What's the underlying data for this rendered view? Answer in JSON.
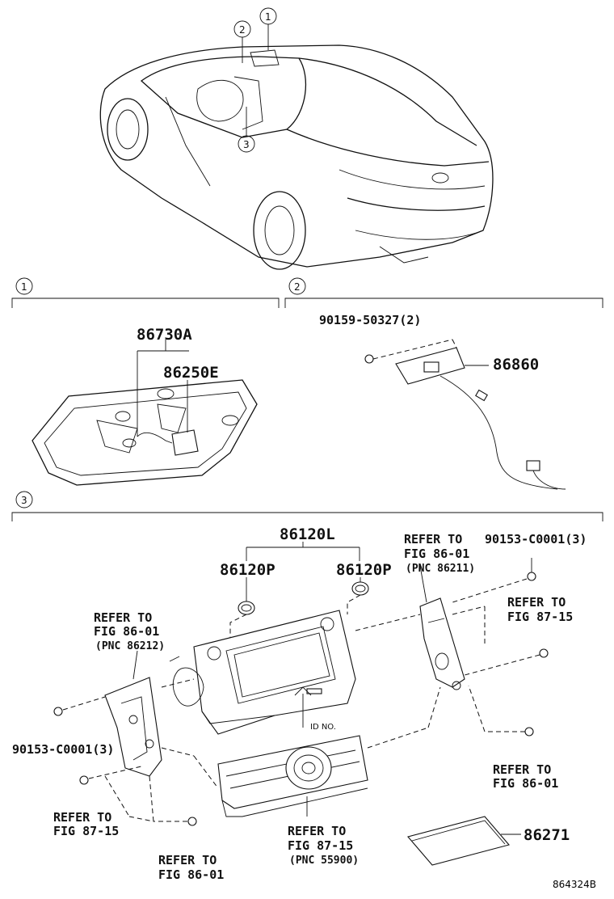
{
  "callouts": {
    "c1": "1",
    "c2": "2",
    "c3": "3"
  },
  "section1": {
    "part_a": "86730A",
    "part_b": "86250E"
  },
  "section2": {
    "bolt": "90159-50327(2)",
    "part": "86860"
  },
  "section3": {
    "main": "86120L",
    "p_left": "86120P",
    "p_right": "86120P",
    "ref_tl": [
      "REFER TO",
      "FIG 86-01",
      "(PNC 86212)"
    ],
    "ref_tc": [
      "REFER TO",
      "FIG 86-01",
      "(PNC 86211)"
    ],
    "bolt_tr": "90153-C0001(3)",
    "ref_r1": [
      "REFER TO",
      "FIG 87-15"
    ],
    "bolt_l": "90153-C0001(3)",
    "id_no": "ID NO.",
    "ref_r2": [
      "REFER TO",
      "FIG 86-01"
    ],
    "ref_bl1": [
      "REFER TO",
      "FIG 87-15"
    ],
    "ref_bc": [
      "REFER TO",
      "FIG 87-15",
      "(PNC 55900)"
    ],
    "part_disc": "86271",
    "ref_bl2": [
      "REFER TO",
      "FIG 86-01"
    ]
  },
  "figure_code": "864324B"
}
